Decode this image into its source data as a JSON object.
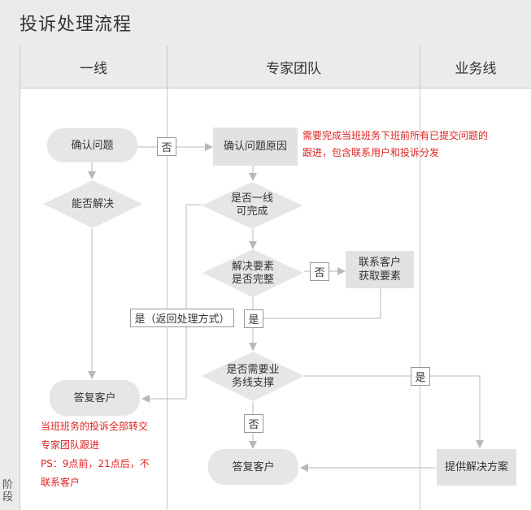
{
  "title": "投诉处理流程",
  "lanes": {
    "first_line": "一线",
    "expert_team": "专家团队",
    "business_line": "业务线"
  },
  "stage_label": "阶段",
  "nodes": {
    "confirm_issue": "确认问题",
    "can_resolve": "能否解决",
    "reply_customer_first": "答复客户",
    "confirm_cause": "确认问题原因",
    "first_line_can_finish": "是否一线\n可完成",
    "elements_complete": "解决要素\n是否完整",
    "contact_customer": "联系客户\n获取要素",
    "need_business_support": "是否需要业\n务线支撑",
    "reply_customer_expert": "答复客户",
    "provide_solution": "提供解决方案"
  },
  "edge_labels": {
    "no_1": "否",
    "no_2": "否",
    "no_3": "否",
    "yes_return": "是（返回处理方式）",
    "yes_1": "是",
    "yes_2": "是"
  },
  "notes": {
    "cause_note_line1": "需要完成当班班务下班前所有已提交问题的",
    "cause_note_line2": "跟进，包含联系用户和投诉分发",
    "reply_note_line1": "当班班务的投诉全部转交",
    "reply_note_line2": "专家团队跟进",
    "reply_note_line3": "PS：9点前，21点后，不",
    "reply_note_line4": "联系客户"
  },
  "colors": {
    "node_fill": "#e6e6e6",
    "line": "#b8b8b8",
    "note_text": "#e02020"
  }
}
